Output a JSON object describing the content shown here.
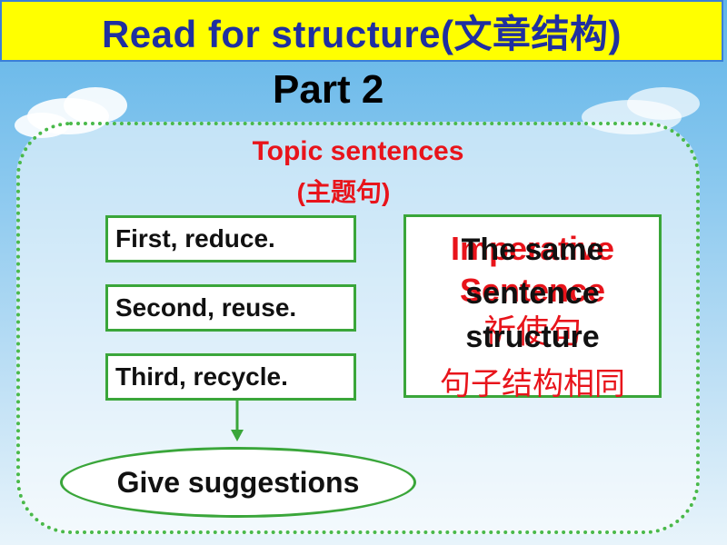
{
  "slide": {
    "title": "Read for structure(文章结构)",
    "part": "Part  2",
    "topic_line1": "Topic sentences",
    "topic_line2": "(主题句)",
    "steps": [
      "First, reduce.",
      "Second, reuse.",
      "Third,  recycle."
    ],
    "note_red_line1": "Imperative",
    "note_red_line2": "Sentence",
    "note_red_line3": "祈使句",
    "note_black_line1": "The same",
    "note_black_line2": "sentence",
    "note_black_line3": "structure",
    "note_cn": "句子结构相同",
    "conclusion": "Give suggestions"
  },
  "colors": {
    "title_bg": "#ffff00",
    "title_text": "#1f2fa0",
    "accent_red": "#e8141b",
    "border_green": "#3aa63a"
  }
}
